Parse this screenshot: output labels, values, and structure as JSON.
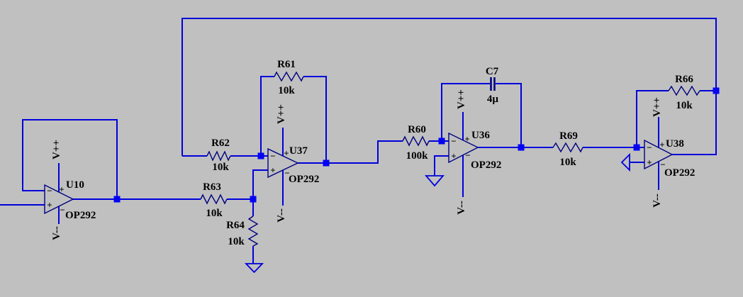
{
  "colors": {
    "background": "#c0c0c0",
    "wire": "#0000dc",
    "component_outline": "#000080",
    "junction": "#0000f6",
    "text": "#000000"
  },
  "power_rails": {
    "positive": "V++",
    "negative": "V--"
  },
  "pin_markers": {
    "plus": "+",
    "minus": "−"
  },
  "opamps": [
    {
      "ref": "U10",
      "part": "OP292"
    },
    {
      "ref": "U37",
      "part": "OP292"
    },
    {
      "ref": "U36",
      "part": "OP292"
    },
    {
      "ref": "U38",
      "part": "OP292"
    }
  ],
  "resistors": [
    {
      "ref": "R61",
      "value": "10k"
    },
    {
      "ref": "R62",
      "value": "10k"
    },
    {
      "ref": "R63",
      "value": "10k"
    },
    {
      "ref": "R64",
      "value": "10k"
    },
    {
      "ref": "R60",
      "value": "100k"
    },
    {
      "ref": "R69",
      "value": "10k"
    },
    {
      "ref": "R66",
      "value": "10k"
    }
  ],
  "capacitors": [
    {
      "ref": "C7",
      "value": "4µ"
    }
  ]
}
